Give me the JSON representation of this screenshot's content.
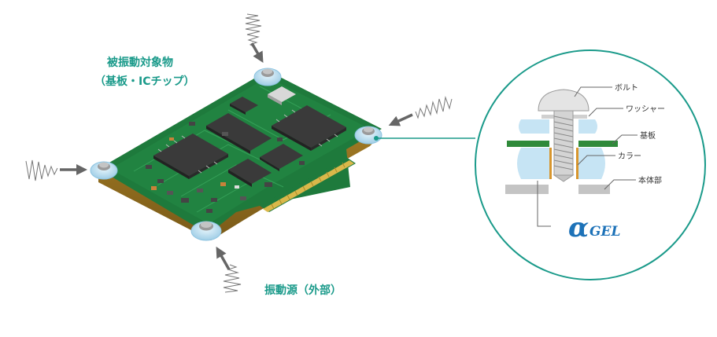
{
  "labels": {
    "target_line1": "被振動対象物",
    "target_line2": "（基板・ICチップ）",
    "source": "振動源（外部）"
  },
  "detail": {
    "parts": {
      "bolt": "ボルト",
      "washer": "ワッシャー",
      "board": "基板",
      "collar": "カラー",
      "body": "本体部"
    },
    "logo_alpha": "α",
    "logo_text": "GEL"
  },
  "colors": {
    "teal": "#1a9a8a",
    "pcb": "#1e7a3c",
    "gold": "#c8a83c",
    "gel": "#c6e4f4",
    "logo": "#1d72b8"
  },
  "icons": [
    "vibration-wave-icon",
    "arrow-icon",
    "gel-mount-icon"
  ]
}
